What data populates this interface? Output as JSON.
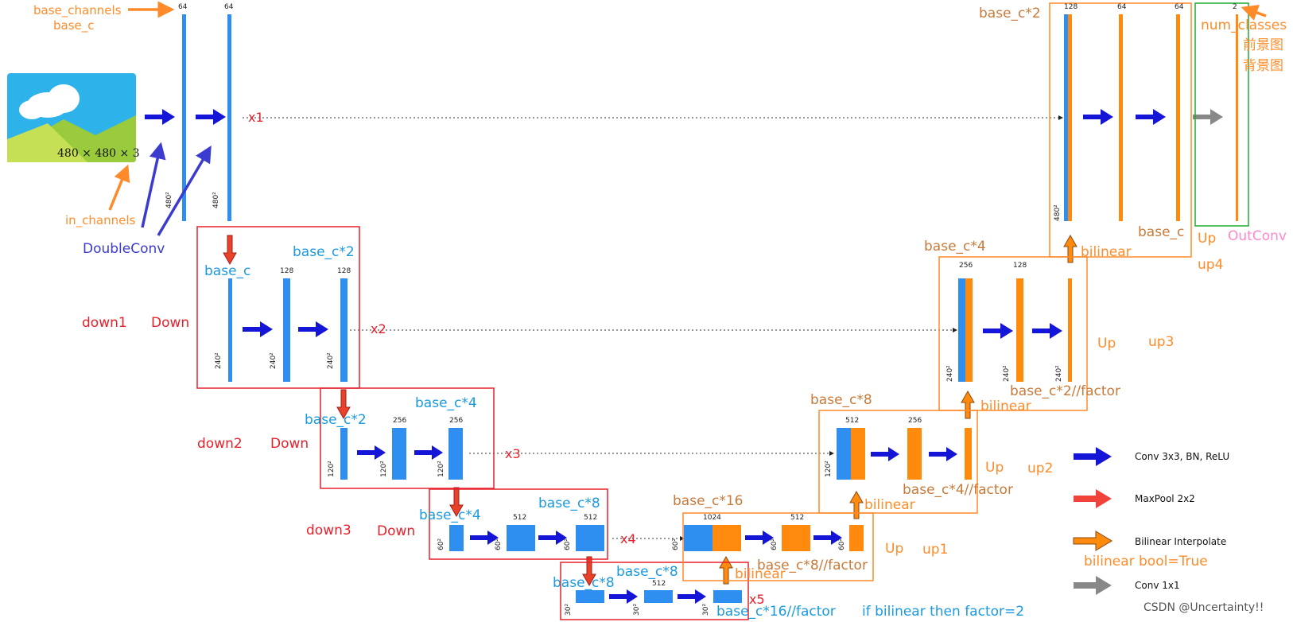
{
  "input": {
    "size_text": "480 × 480 × 3"
  },
  "arrows": {
    "base_channels": "base_channels",
    "base_c": "base_c",
    "in_channels": "in_channels",
    "double_conv": "DoubleConv",
    "num_classes": "num_classes",
    "foreground": "前景图",
    "background": "背景图"
  },
  "skips": {
    "x1": "x1",
    "x2": "x2",
    "x3": "x3",
    "x4": "x4",
    "x5": "x5"
  },
  "enc": {
    "inc_ch1": "64",
    "inc_ch2": "64",
    "inc_size1": "480²",
    "inc_size2": "480²",
    "d1": {
      "label": "down1",
      "type": "Down",
      "in": "base_c",
      "out": "base_c*2",
      "ch1": "128",
      "ch2": "128",
      "s1": "240²",
      "s2": "240²",
      "s3": "240²"
    },
    "d2": {
      "label": "down2",
      "type": "Down",
      "in": "base_c*2",
      "out": "base_c*4",
      "ch1": "256",
      "ch2": "256",
      "s1": "120²",
      "s2": "120²",
      "s3": "120²"
    },
    "d3": {
      "label": "down3",
      "type": "Down",
      "in": "base_c*4",
      "out": "base_c*8",
      "ch1": "512",
      "ch2": "512",
      "s1": "60²",
      "s2": "60²",
      "s3": "60²"
    },
    "d4": {
      "in": "base_c*8",
      "out": "base_c*8",
      "ch1": "512",
      "s1": "30²",
      "s2": "30²",
      "s3": "30²",
      "note": "base_c*16//factor",
      "factor_note": "if bilinear then factor=2"
    }
  },
  "dec": {
    "u1": {
      "label": "up1",
      "type": "Up",
      "top": "base_c*16",
      "ch1": "1024",
      "ch2": "512",
      "bilinear": "bilinear",
      "out": "base_c*8//factor",
      "s1": "60²",
      "s2": "60²",
      "s3": "60²"
    },
    "u2": {
      "label": "up2",
      "type": "Up",
      "top": "base_c*8",
      "ch1": "512",
      "ch2": "256",
      "bilinear": "bilinear",
      "out": "base_c*4//factor",
      "s1": "120²"
    },
    "u3": {
      "label": "up3",
      "type": "Up",
      "top": "base_c*4",
      "ch1": "256",
      "ch2": "128",
      "bilinear": "bilinear",
      "out": "base_c*2//factor",
      "s1": "240²",
      "s2": "240²",
      "s3": "240²"
    },
    "u4": {
      "label": "up4",
      "type": "Up",
      "top": "base_c*2",
      "ch1": "128",
      "ch2": "64",
      "ch3": "64",
      "bilinear": "bilinear",
      "out": "base_c",
      "s1": "480²"
    },
    "outconv": {
      "label": "OutConv",
      "ch": "2"
    }
  },
  "legend": {
    "conv": "Conv 3x3, BN, ReLU",
    "maxpool": "MaxPool 2x2",
    "bilinear": "Bilinear Interpolate",
    "bilinear_note": "bilinear bool=True",
    "conv1": "Conv 1x1"
  },
  "watermark": "CSDN @Uncertainty!!",
  "colors": {
    "blue": "#2e8ff0",
    "orange": "#ff8a0d",
    "red": "#e8202a",
    "darkblue": "#1515d8",
    "label_orange": "#ff8c2a",
    "label_blue": "#1a9ae0",
    "label_brown": "#c87a3a",
    "green": "#22aa33",
    "pink": "#ff88cc"
  }
}
